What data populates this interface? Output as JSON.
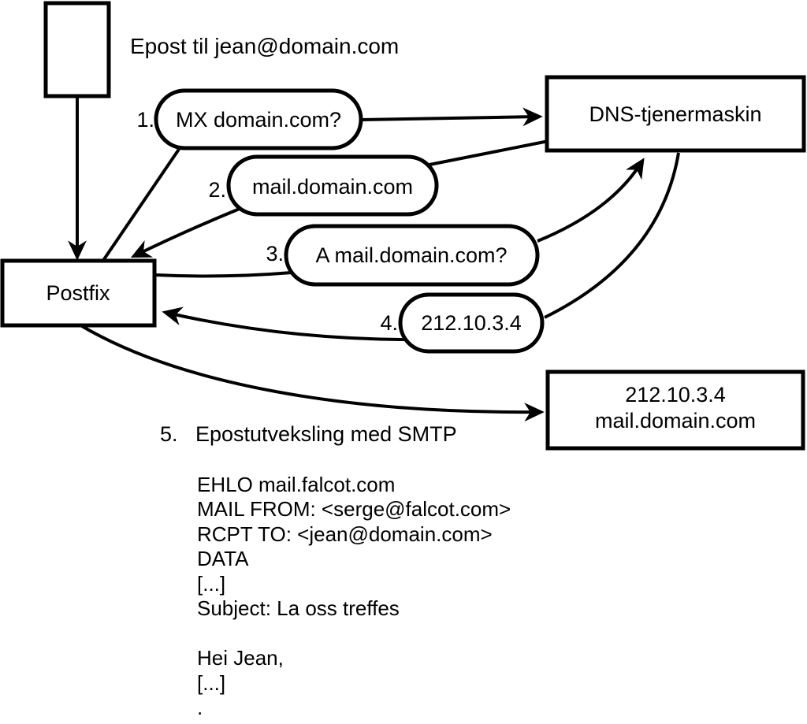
{
  "diagram": {
    "title": "Epost til jean@domain.com",
    "colors": {
      "stroke": "#000000",
      "background": "#ffffff"
    },
    "nodes": {
      "postfix": "Postfix",
      "dns": "DNS-tjenermaskin",
      "server_ip": "212.10.3.4",
      "server_host": "mail.domain.com"
    },
    "steps": [
      {
        "num": "1.",
        "label": "MX domain.com?"
      },
      {
        "num": "2.",
        "label": "mail.domain.com"
      },
      {
        "num": "3.",
        "label": "A mail.domain.com?"
      },
      {
        "num": "4.",
        "label": "212.10.3.4"
      },
      {
        "num": "5.",
        "label": "Epostutveksling med SMTP"
      }
    ],
    "smtp": {
      "lines": [
        "EHLO mail.falcot.com",
        "MAIL FROM: <serge@falcot.com>",
        "RCPT TO: <jean@domain.com>",
        "DATA",
        "[...]",
        "Subject: La oss treffes",
        "",
        "Hei Jean,",
        "[...]",
        "."
      ]
    }
  }
}
